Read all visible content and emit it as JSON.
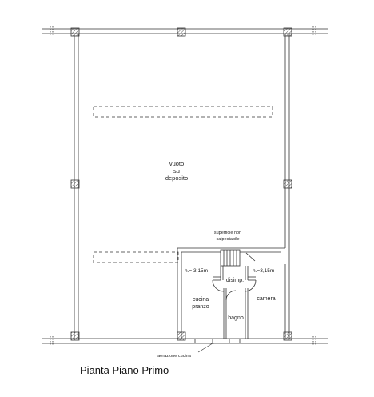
{
  "plan": {
    "title": "Pianta Piano Primo",
    "labels": {
      "vuoto_1": "vuoto",
      "vuoto_2": "su",
      "vuoto_3": "deposito",
      "superficie_1": "superficie non",
      "superficie_2": "calpestabile",
      "height_left": "h.= 3,15m",
      "height_right": "h.=3,15m",
      "disimp": "disimp.",
      "cucina_1": "cucina",
      "cucina_2": "pranzo",
      "camera": "camera",
      "bagno": "bagno",
      "aerazione": "aerazione cucina"
    }
  },
  "colors": {
    "line": "#333333",
    "hatch": "#555555"
  }
}
